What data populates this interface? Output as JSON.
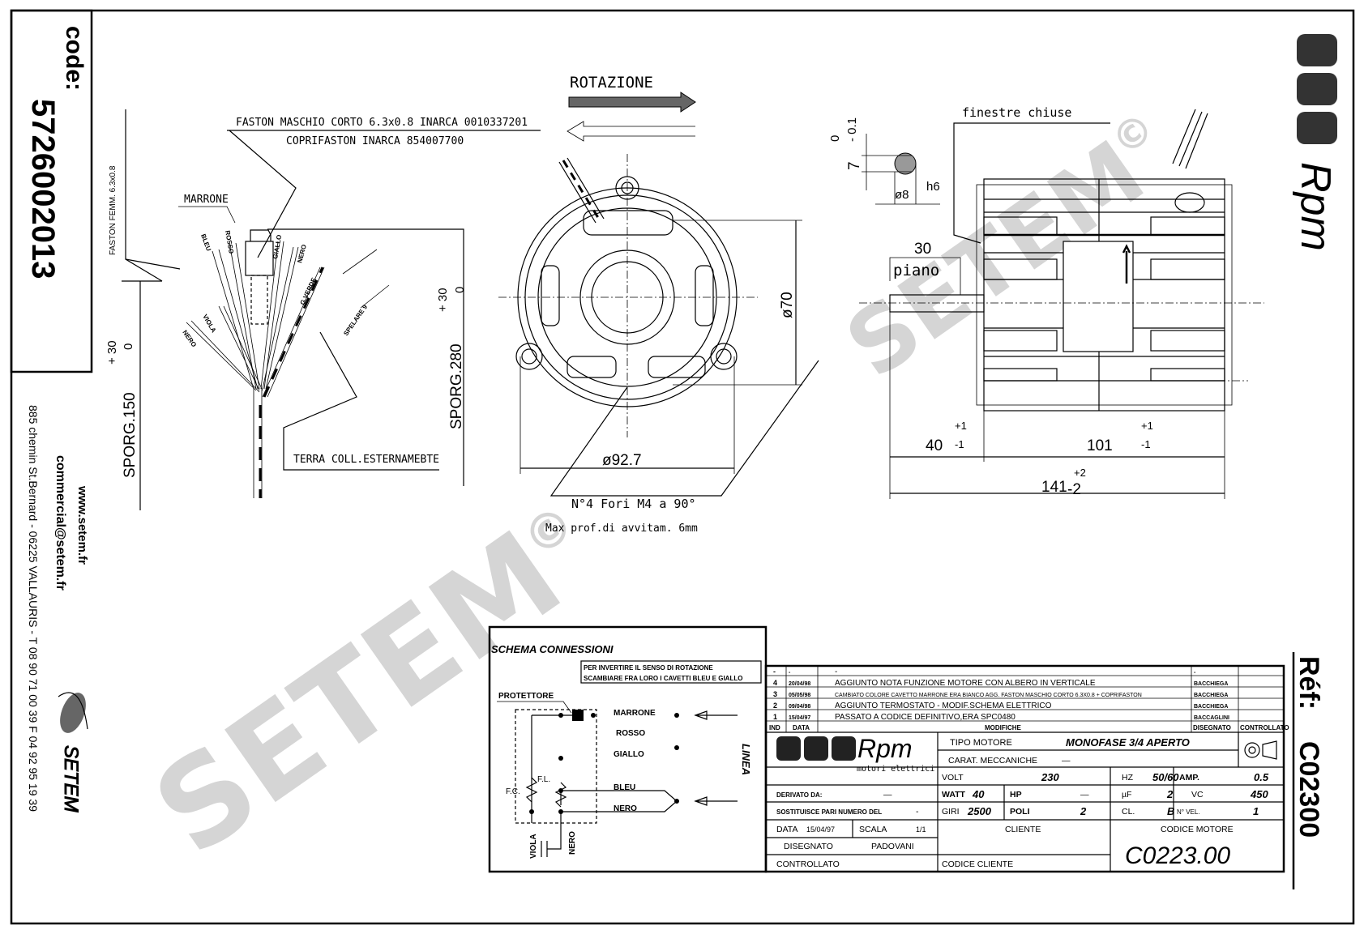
{
  "sidebar": {
    "code_label": "code:",
    "code_value": "5726002013",
    "website": "www.setem.fr",
    "email": "commercial@setem.fr",
    "address": "885 chemin St.Bernard  -  06225 VALLAURIS  -  T 08 90 71 00 39   F 04 92 95 19 39",
    "brand": "SETEM"
  },
  "watermark": {
    "text": "SETEM",
    "mark": "©"
  },
  "top_right": {
    "brand": "Rpm",
    "ref_label": "Réf:",
    "ref_value": "C02300"
  },
  "wiring_view": {
    "faston_male": "FASTON MASCHIO CORTO 6.3x0.8 INARCA 0010337201",
    "faston_cover": "COPRIFASTON INARCA 854007700",
    "faston_female": "FASTON FEMM. 6.3x0.8",
    "marrone": "MARRONE",
    "wires": [
      "BLEU",
      "ROSSO",
      "GIALLO",
      "NERO",
      "G.VERDE",
      "VIOLA",
      "NERO"
    ],
    "strip": "SPELARE 9",
    "sporg_150": "SPORG.150",
    "sporg_280": "SPORG.280",
    "tol_plus": "+ 30",
    "tol_zero": "0",
    "earth": "TERRA COLL.ESTERNAMEBTE"
  },
  "front_view": {
    "rotation": "ROTAZIONE",
    "dia_70": "ø70",
    "dia_92": "ø92.7",
    "holes": "N°4 Fori M4 a 90°",
    "depth": "Max prof.di avvitam. 6mm"
  },
  "side_view": {
    "windows": "finestre chiuse",
    "flat_len": "30",
    "flat": "piano",
    "shaft_tol_a": "0",
    "shaft_tol_b": "- 0.1",
    "shaft_flat": "7",
    "shaft_dia": "ø8",
    "shaft_fit": "h6",
    "dim_40": "40",
    "dim_101": "101",
    "dim_141": "141",
    "tol_p1": "+1",
    "tol_m1": "-1",
    "tol_p2": "+2",
    "tol_m2": "-2"
  },
  "schema": {
    "title": "SCHEMA CONNESSIONI",
    "note_1": "PER INVERTIRE IL SENSO DI ROTAZIONE",
    "note_2": "SCAMBIARE FRA LORO I CAVETTI BLEU E GIALLO",
    "protector": "PROTETTORE",
    "marrone": "MARRONE",
    "rosso": "ROSSO",
    "giallo": "GIALLO",
    "bleu": "BLEU",
    "nero": "NERO",
    "fl": "F.L.",
    "fc": "F.C.",
    "viola": "VIOLA",
    "nero_cap": "NERO",
    "line": "LINEA"
  },
  "revisions": {
    "headers": {
      "ind": "IND",
      "date": "DATA",
      "changes": "MODIFICHE",
      "drawn": "DISEGNATO",
      "checked": "CONTROLLATO"
    },
    "rows": [
      {
        "ind": "-",
        "date": "-",
        "text": "-",
        "drawn": "-",
        "checked": ""
      },
      {
        "ind": "4",
        "date": "20/04/98",
        "text": "AGGIUNTO NOTA FUNZIONE MOTORE CON ALBERO IN VERTICALE",
        "drawn": "BACCHIEGA",
        "checked": ""
      },
      {
        "ind": "3",
        "date": "05/05/98",
        "text": "CAMBIATO COLORE CAVETTO MARRONE ERA BIANCO AGG. FASTON MASCHIO CORTO 6.3X0.8 + COPRIFASTON",
        "drawn": "BACCHIEGA",
        "checked": ""
      },
      {
        "ind": "2",
        "date": "09/04/98",
        "text": "AGGIUNTO TERMOSTATO - MODIF.SCHEMA ELETTRICO",
        "drawn": "BACCHIEGA",
        "checked": ""
      },
      {
        "ind": "1",
        "date": "15/04/97",
        "text": "PASSATO A CODICE DEFINITIVO,ERA SPC0480",
        "drawn": "BACCAGLINI",
        "checked": ""
      }
    ]
  },
  "title_block": {
    "logo": "Rpm",
    "logo_sub": "motori elettrici",
    "motor_type_label": "TIPO MOTORE",
    "motor_type": "MONOFASE 3/4 APERTO",
    "mech_label": "CARAT. MECCANICHE",
    "mech_value": "—",
    "volt_label": "VOLT",
    "volt": "230",
    "hz_label": "HZ",
    "hz": "50/60",
    "amp_label": "AMP.",
    "amp": "0.5",
    "derived_label": "DERIVATO DA:",
    "derived": "—",
    "watt_label": "WATT",
    "watt": "40",
    "hp_label": "HP",
    "hp": "—",
    "uf_label": "µF",
    "uf": "2",
    "vc_label": "VC",
    "vc": "450",
    "replaces_label": "SOSTITUISCE PARI NUMERO DEL",
    "replaces": "-",
    "rpm_label": "GIRI",
    "rpm": "2500",
    "poles_label": "POLI",
    "poles": "2",
    "class_label": "CL.",
    "class": "B",
    "speeds_label": "N° VEL.",
    "speeds": "1",
    "date_label": "DATA",
    "date": "15/04/97",
    "scale_label": "SCALA",
    "scale": "1/1",
    "drawn_label": "DISEGNATO",
    "drawn": "PADOVANI",
    "checked_label": "CONTROLLATO",
    "client_label": "CLIENTE",
    "client_code_label": "CODICE CLIENTE",
    "motor_code_label": "CODICE MOTORE",
    "motor_code": "C0223.00"
  }
}
